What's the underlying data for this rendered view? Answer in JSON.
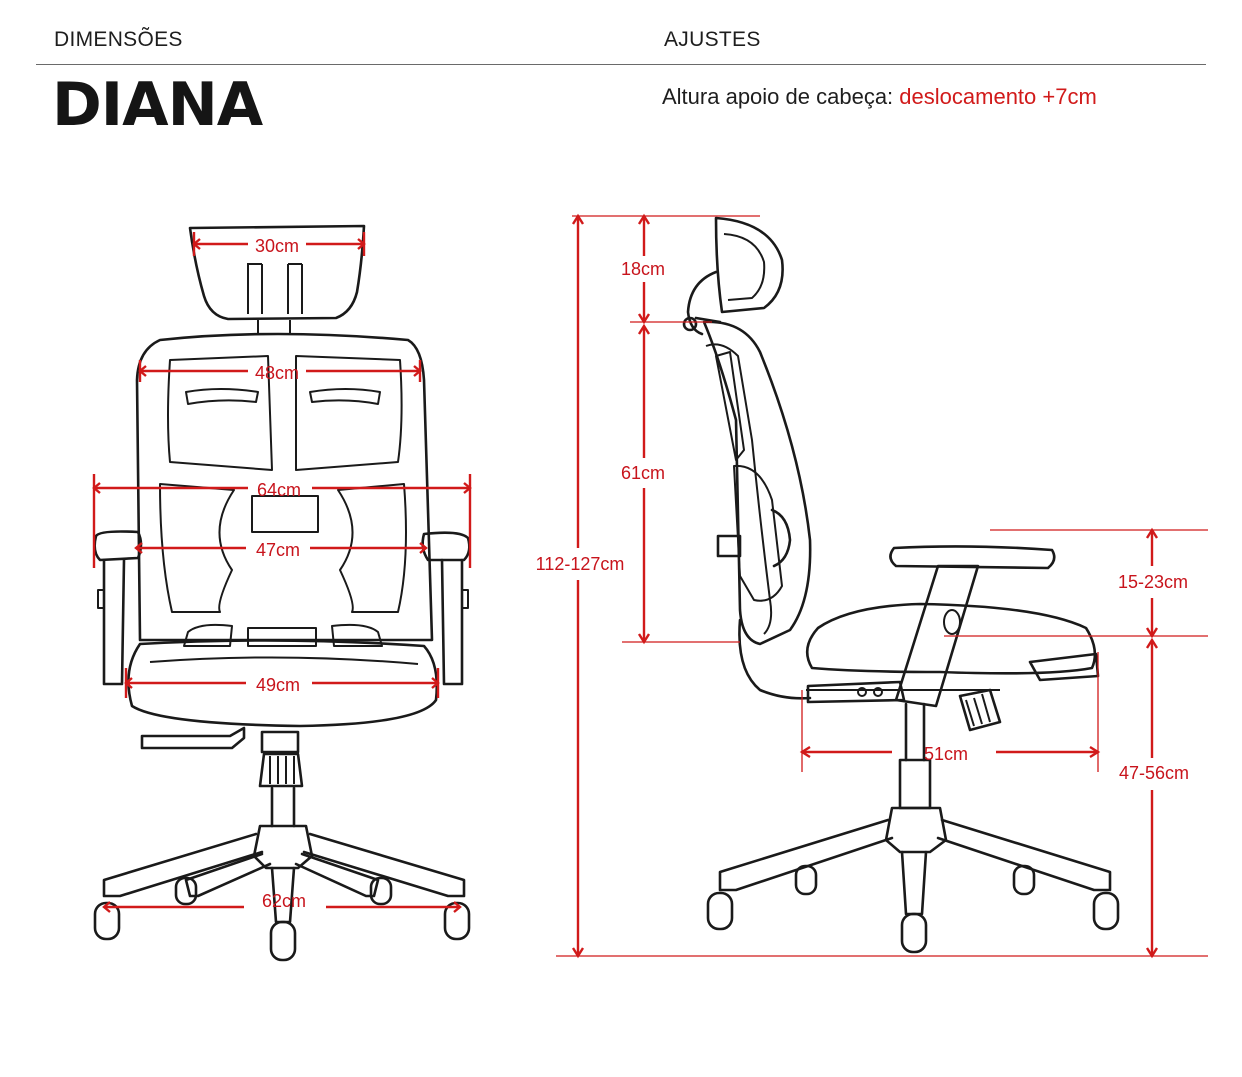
{
  "header": {
    "section_dimensions": "DIMENSÕES",
    "section_adjustments": "AJUSTES",
    "product_name": "DIANA"
  },
  "adjustments": {
    "label": "Altura apoio de cabeça:",
    "value": "deslocamento +7cm"
  },
  "front_view": {
    "headrest_width": "30cm",
    "backrest_width": "48cm",
    "overall_width": "64cm",
    "inner_arm_width": "47cm",
    "seat_width": "49cm",
    "base_width": "62cm"
  },
  "side_view": {
    "headrest_height": "18cm",
    "backrest_height": "61cm",
    "total_height": "112-127cm",
    "armrest_height": "15-23cm",
    "seat_depth": "51cm",
    "seat_height": "47-56cm"
  },
  "colors": {
    "accent": "#d11a1a",
    "line": "#1a1a1a"
  }
}
